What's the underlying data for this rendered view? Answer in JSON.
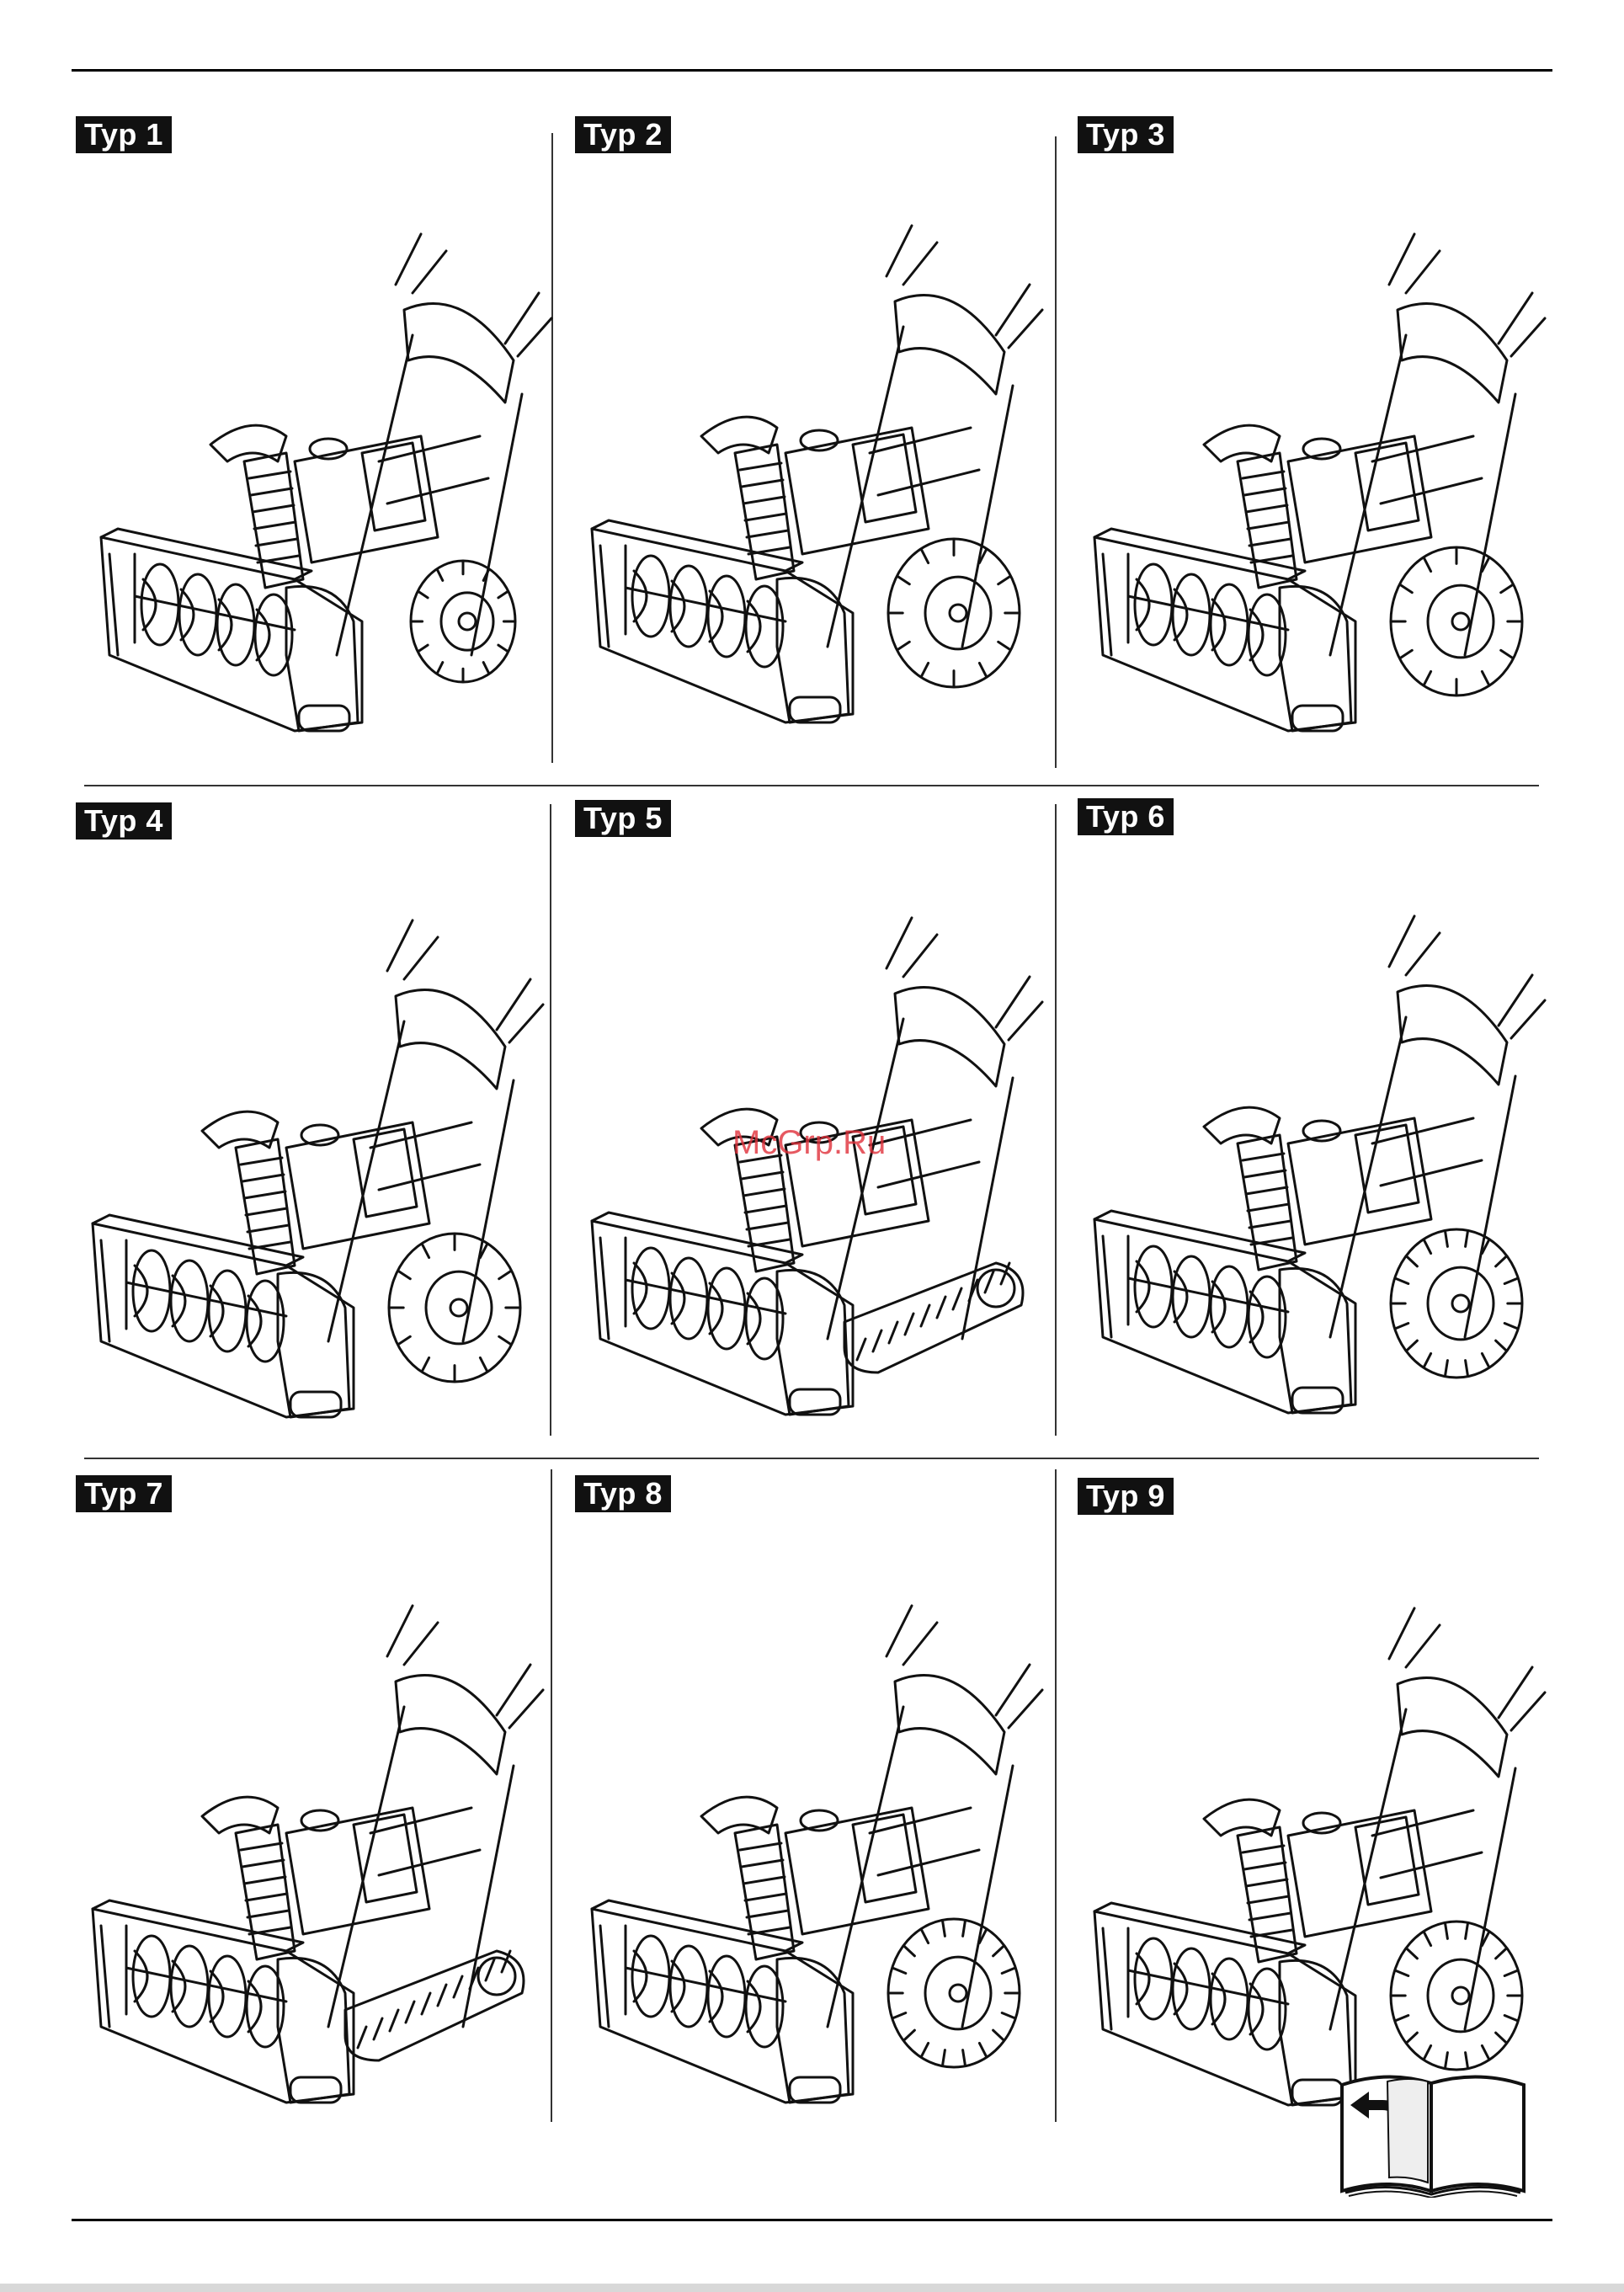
{
  "page": {
    "watermark": "McGrp.Ru"
  },
  "figures": [
    {
      "label": "Typ 1",
      "variant": "single-stage"
    },
    {
      "label": "Typ 2",
      "variant": "wheels"
    },
    {
      "label": "Typ 3",
      "variant": "wheels"
    },
    {
      "label": "Typ 4",
      "variant": "wheels"
    },
    {
      "label": "Typ 5",
      "variant": "tracks"
    },
    {
      "label": "Typ 6",
      "variant": "wheels-chains"
    },
    {
      "label": "Typ 7",
      "variant": "tracks"
    },
    {
      "label": "Typ 8",
      "variant": "wheels-chains"
    },
    {
      "label": "Typ 9",
      "variant": "wheels-chains"
    }
  ],
  "icons": {
    "manual": "open-book-arrow-icon"
  },
  "colors": {
    "label_bg": "#111111",
    "label_text": "#ffffff",
    "watermark": "#e0303a"
  }
}
